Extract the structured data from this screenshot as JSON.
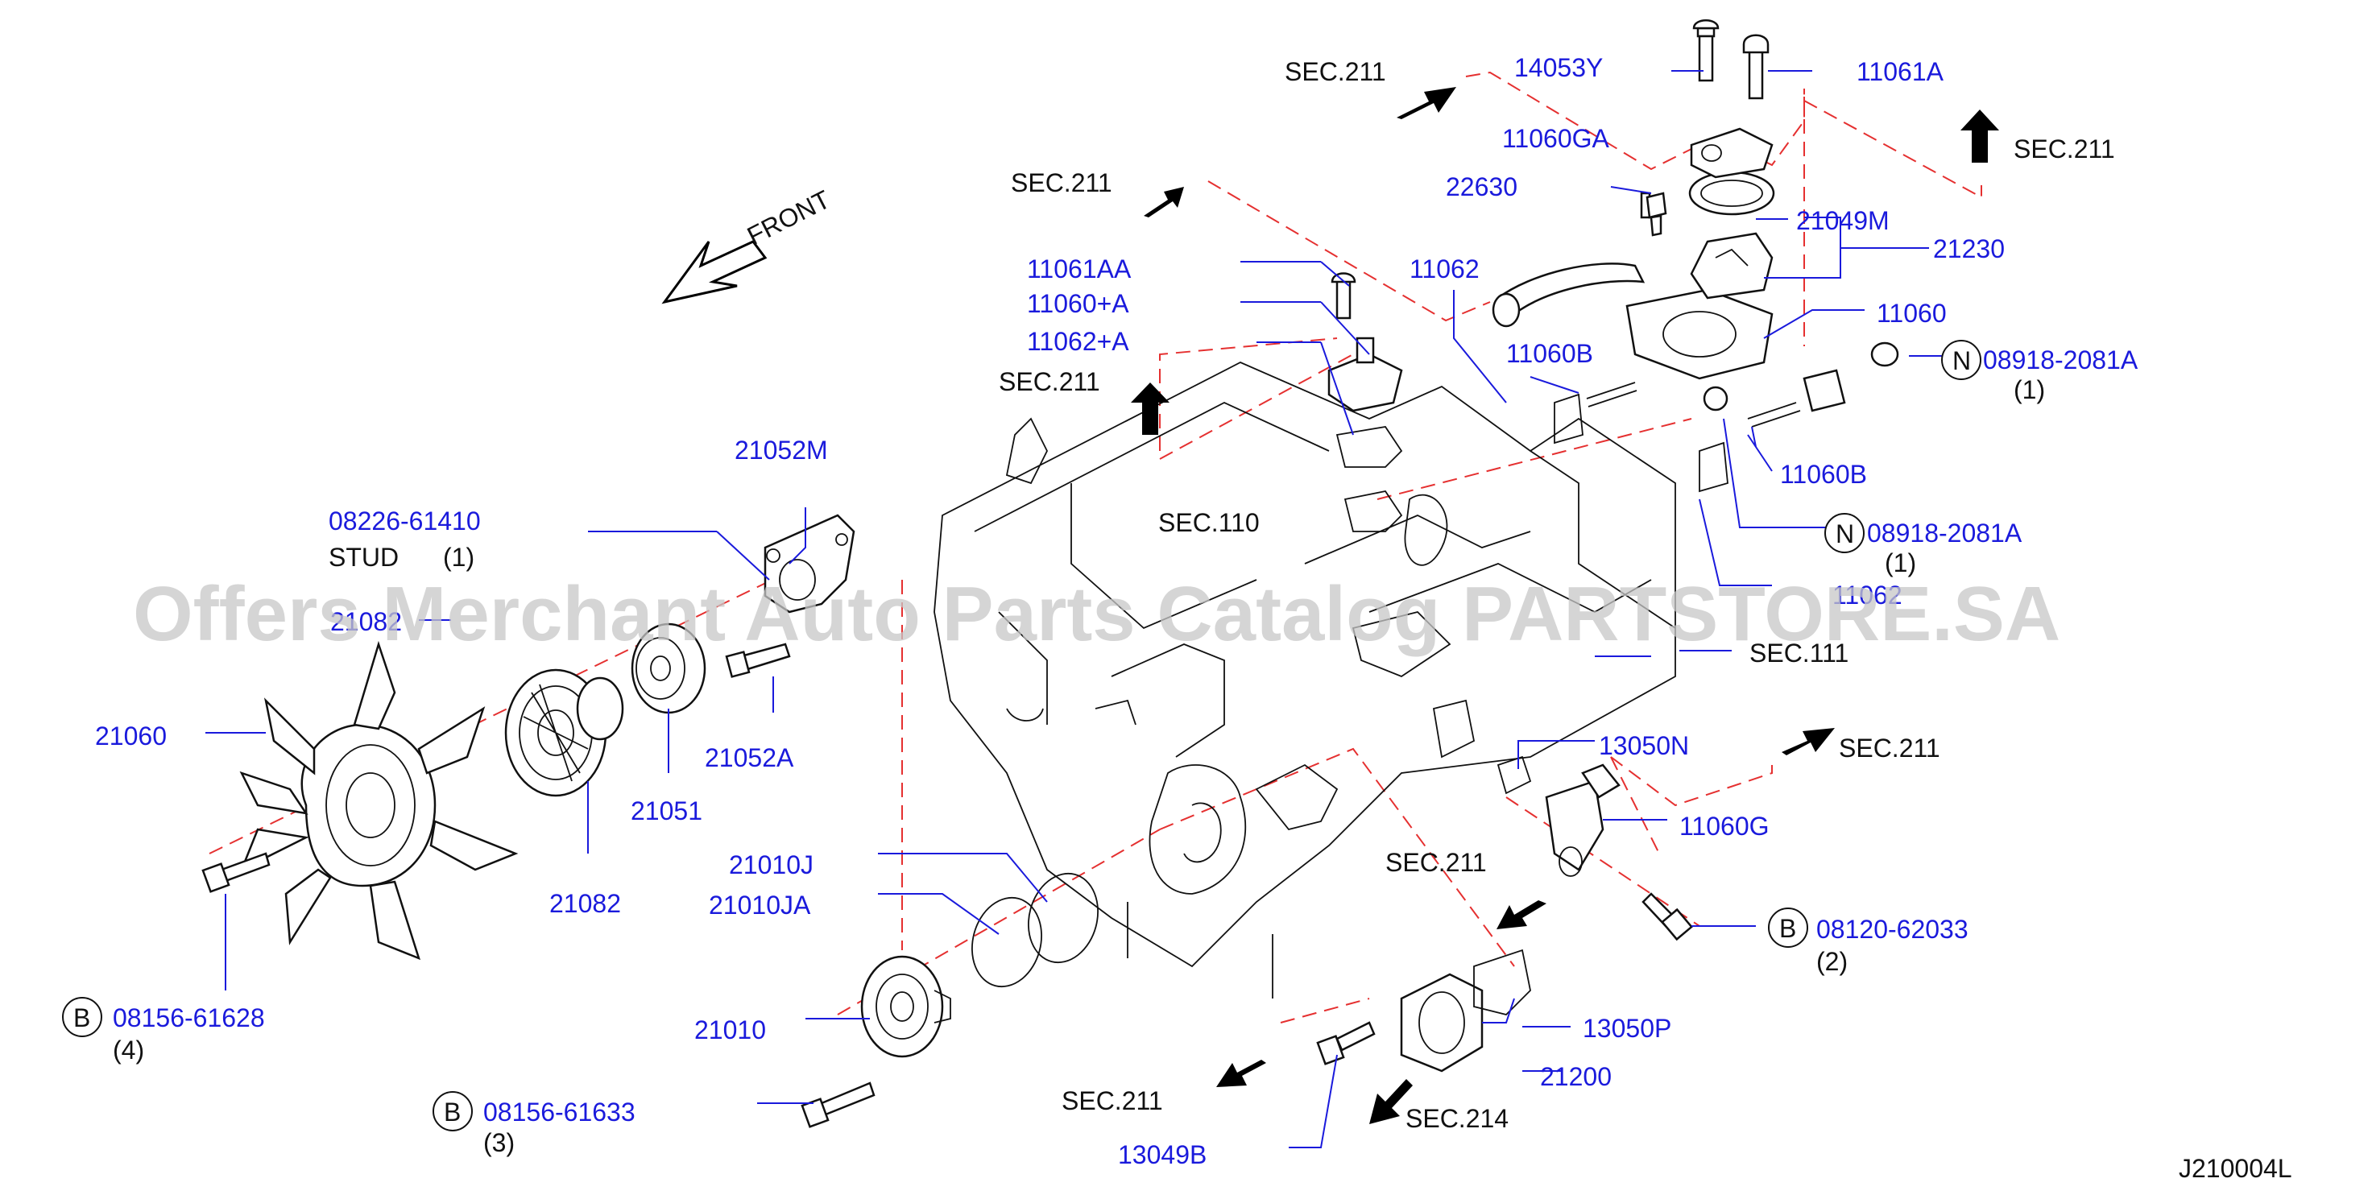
{
  "watermark": "Offers Merchant Auto Parts Catalog PARTSTORE.SA",
  "diagram_code": "J210004L",
  "front_label": "FRONT",
  "sections": {
    "s211_top_left": "SEC.211",
    "s211_upper_mid": "SEC.211",
    "s211_mid": "SEC.211",
    "s211_top_right": "SEC.211",
    "s211_right": "SEC.211",
    "s211_lower_mid": "SEC.211",
    "s211_bottom": "SEC.211",
    "s110": "SEC.110",
    "s111": "SEC.111",
    "s214": "SEC.214"
  },
  "parts": {
    "p14053Y": "14053Y",
    "p11061A": "11061A",
    "p11060GA": "11060GA",
    "p22630": "22630",
    "p21049M": "21049M",
    "p21230": "21230",
    "p11061AA": "11061AA",
    "p11060A": "11060+A",
    "p11062A": "11062+A",
    "p11062_top": "11062",
    "p11060_top": "11060",
    "p11060B_upper": "11060B",
    "p11060B_lower": "11060B",
    "p08918_upper": "08918-2081A",
    "p08918_lower": "08918-2081A",
    "p11062_lower": "11062",
    "p21052M": "21052M",
    "p08226": "08226-61410",
    "p21082_upper": "21082",
    "p21060": "21060",
    "p21051": "21051",
    "p21052A": "21052A",
    "p21082_lower": "21082",
    "p21010J": "21010J",
    "p21010JA": "21010JA",
    "p21010": "21010",
    "p08156_61628": "08156-61628",
    "p08156_61633": "08156-61633",
    "p13050N": "13050N",
    "p11060G": "11060G",
    "p08120": "08120-62033",
    "p13050P": "13050P",
    "p21200": "21200",
    "p13049B": "13049B"
  },
  "notes": {
    "stud": "STUD",
    "qty_stud": "(1)",
    "qty_n_upper": "(1)",
    "qty_n_lower": "(1)",
    "qty_08120": "(2)",
    "qty_61628": "(4)",
    "qty_61633": "(3)"
  },
  "symbols": {
    "n_upper": "N",
    "n_lower": "N",
    "b_08120": "B",
    "b_61628": "B",
    "b_61633": "B"
  }
}
